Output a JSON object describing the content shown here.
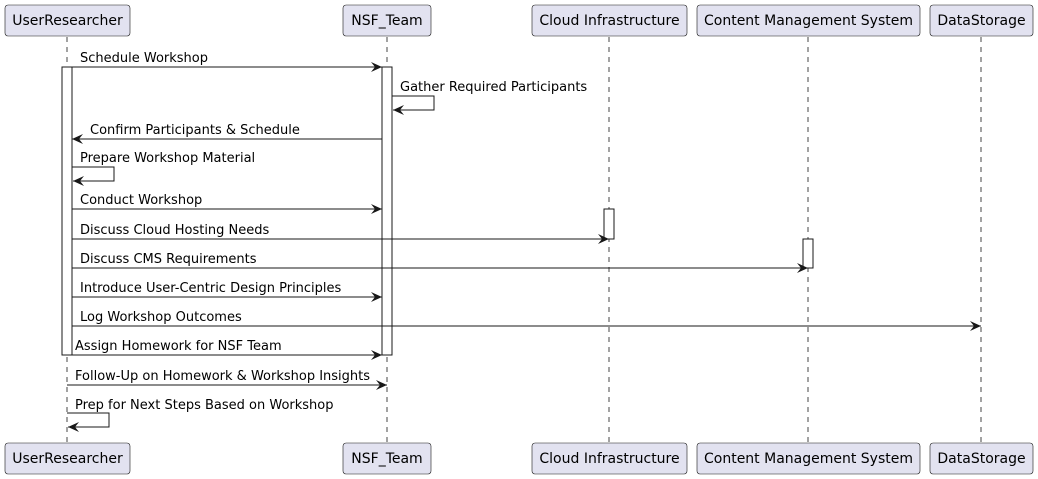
{
  "participants": [
    {
      "id": "user",
      "label": "UserResearcher"
    },
    {
      "id": "nsf",
      "label": "NSF_Team"
    },
    {
      "id": "cloud",
      "label": "Cloud Infrastructure"
    },
    {
      "id": "cms",
      "label": "Content Management System"
    },
    {
      "id": "data",
      "label": "DataStorage"
    }
  ],
  "messages": [
    {
      "from": "user",
      "to": "nsf",
      "label": "Schedule Workshop"
    },
    {
      "from": "nsf",
      "to": "nsf",
      "label": "Gather Required Participants"
    },
    {
      "from": "nsf",
      "to": "user",
      "label": "Confirm Participants & Schedule"
    },
    {
      "from": "user",
      "to": "user",
      "label": "Prepare Workshop Material"
    },
    {
      "from": "user",
      "to": "nsf",
      "label": "Conduct Workshop"
    },
    {
      "from": "user",
      "to": "cloud",
      "label": "Discuss Cloud Hosting Needs"
    },
    {
      "from": "user",
      "to": "cms",
      "label": "Discuss CMS Requirements"
    },
    {
      "from": "user",
      "to": "nsf",
      "label": "Introduce User-Centric Design Principles"
    },
    {
      "from": "user",
      "to": "data",
      "label": "Log Workshop Outcomes"
    },
    {
      "from": "user",
      "to": "nsf",
      "label": "Assign Homework for NSF Team"
    },
    {
      "from": "user",
      "to": "nsf",
      "label": "Follow-Up on Homework & Workshop Insights"
    },
    {
      "from": "user",
      "to": "user",
      "label": "Prep for Next Steps Based on Workshop"
    }
  ],
  "colors": {
    "box_fill": "#E2E2F0",
    "box_stroke": "#181818",
    "lifeline": "#181818",
    "activation_fill": "#FFFFFF"
  }
}
